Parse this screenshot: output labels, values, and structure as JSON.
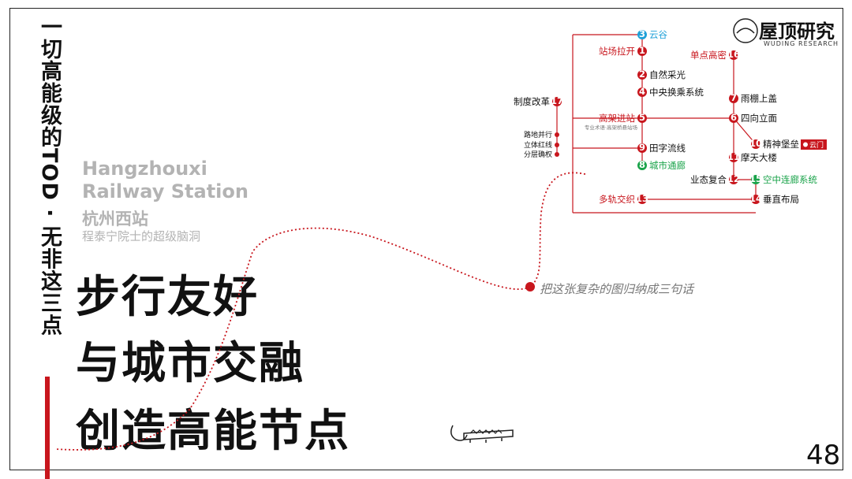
{
  "vertical_title": "一切高能级的TOD · 无非这三点",
  "station_en_1": "Hangzhouxi",
  "station_en_2": "Railway Station",
  "station_cn": "杭州西站",
  "subtitle": "程泰宁院士的超级脑洞",
  "headline": [
    "步行友好",
    "与城市交融",
    "创造高能节点"
  ],
  "annotation": "把这张复杂的图归纳成三句话",
  "page_number": "48",
  "logo": {
    "text": "屋顶研究",
    "sub": "WUDING RESEARCH"
  },
  "colors": {
    "red": "#c8161d",
    "blue": "#1fa0d8",
    "green": "#1aa34a"
  },
  "diagram": {
    "n3": {
      "num": "3",
      "label": "云谷"
    },
    "n1": {
      "num": "1",
      "label": "站场拉开"
    },
    "n2": {
      "num": "2",
      "label": "自然采光"
    },
    "n4": {
      "num": "4",
      "label": "中央换乘系统"
    },
    "n16": {
      "num": "16",
      "label": "单点高密"
    },
    "n7": {
      "num": "7",
      "label": "雨棚上盖"
    },
    "n17": {
      "num": "17",
      "label": "制度改革"
    },
    "n5": {
      "num": "5",
      "label": "高架进站",
      "note": "专业术语·高架桥悬站场"
    },
    "n6": {
      "num": "6",
      "label": "四向立面"
    },
    "n10": {
      "num": "10",
      "label": "精神堡垒",
      "tag": "云门"
    },
    "n9": {
      "num": "9",
      "label": "田字流线"
    },
    "n8": {
      "num": "8",
      "label": "城市通廊"
    },
    "n11": {
      "num": "11",
      "label": "摩天大楼"
    },
    "n12": {
      "num": "12",
      "label": "业态复合"
    },
    "n15": {
      "num": "15",
      "label": "空中连廊系统"
    },
    "n13": {
      "num": "13",
      "label": "多轨交织"
    },
    "n14": {
      "num": "14",
      "label": "垂直布局"
    },
    "policy": [
      "路地并行",
      "立体红线",
      "分层确权"
    ]
  }
}
